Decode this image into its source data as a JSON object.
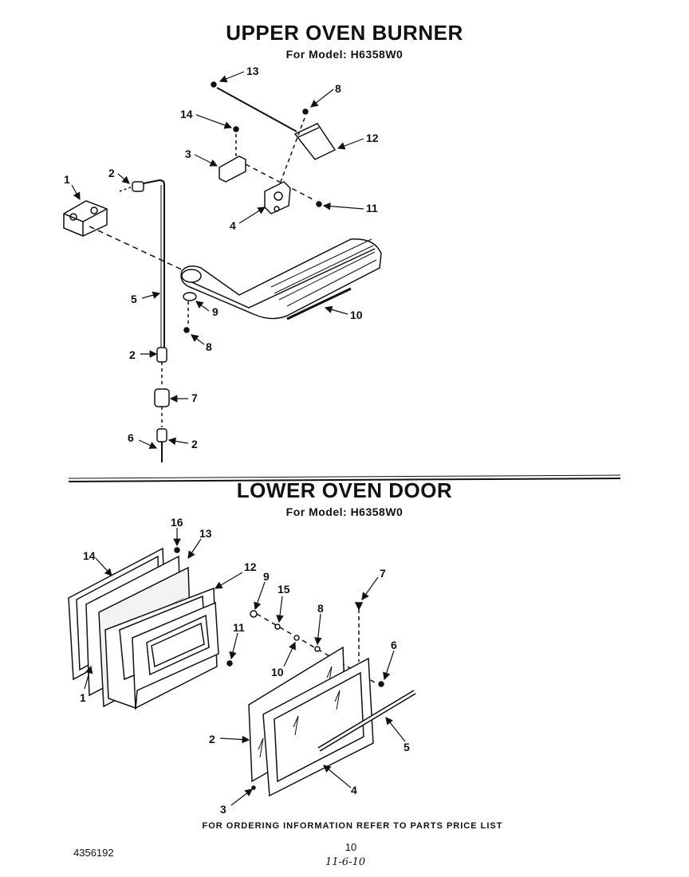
{
  "upper_section": {
    "title": "UPPER OVEN BURNER",
    "model": "For Model: H6358W0",
    "callouts": [
      "13",
      "8",
      "14",
      "12",
      "3",
      "2",
      "1",
      "11",
      "4",
      "5",
      "9",
      "10",
      "8",
      "2",
      "7",
      "6",
      "2"
    ]
  },
  "lower_section": {
    "title": "LOWER OVEN DOOR",
    "model": "For Model: H6358W0",
    "callouts": [
      "16",
      "13",
      "14",
      "12",
      "9",
      "15",
      "7",
      "8",
      "11",
      "10",
      "6",
      "1",
      "2",
      "5",
      "3",
      "4"
    ]
  },
  "footer": {
    "ordering_note": "FOR ORDERING INFORMATION REFER TO PARTS PRICE LIST",
    "doc_number": "4356192",
    "page_number": "10",
    "handwritten": "11-6-10"
  }
}
